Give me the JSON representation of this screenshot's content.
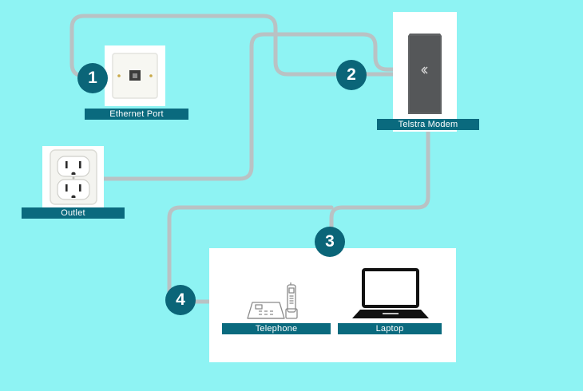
{
  "devices": {
    "ethernet_port": {
      "label": "Ethernet Port",
      "icon": "ethernet-wall-port-icon"
    },
    "modem": {
      "label": "Telstra Modem",
      "icon": "modem-icon"
    },
    "outlet": {
      "label": "Outlet",
      "icon": "power-outlet-icon"
    },
    "telephone": {
      "label": "Telephone",
      "icon": "cordless-phone-icon"
    },
    "laptop": {
      "label": "Laptop",
      "icon": "laptop-icon"
    }
  },
  "steps": [
    "1",
    "2",
    "3",
    "4"
  ],
  "colors": {
    "background": "#8ef3f3",
    "cable": "#b9c2c4",
    "label_bg": "#0a6a7e",
    "step_bg": "#0b6578",
    "modem_body": "#5f6163"
  }
}
